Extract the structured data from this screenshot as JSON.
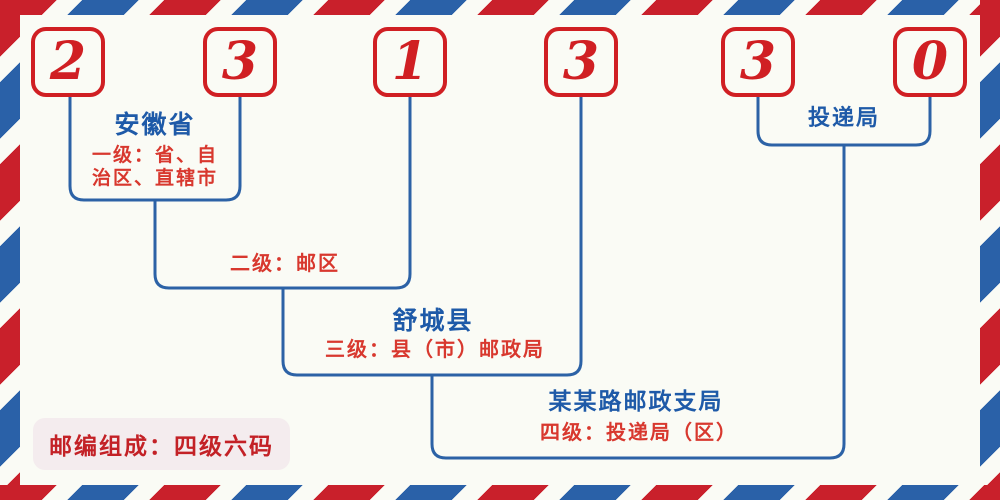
{
  "postal_code": "231330",
  "digits": [
    "2",
    "3",
    "1",
    "3",
    "3",
    "0"
  ],
  "labels": {
    "province_name": "安徽省",
    "level1_desc": "一级：省、自\n治区、直辖市",
    "level2_desc": "二级：邮区",
    "county_name": "舒城县",
    "level3_desc": "三级：县（市）邮政局",
    "delivery_name": "投递局",
    "branch_name": "某某路邮政支局",
    "level4_desc": "四级：投递局（区）",
    "badge": "邮编组成：四级六码"
  },
  "colors": {
    "digit_red": "#d01f23",
    "desc_red": "#d8382e",
    "badge_red": "#c32126",
    "name_blue": "#1e5aa8",
    "line_blue": "#2c62a6",
    "stripe_red": "#c9202b",
    "stripe_blue": "#2a61a8",
    "background": "#fafbf5",
    "badge_background": "#f4ecee"
  }
}
